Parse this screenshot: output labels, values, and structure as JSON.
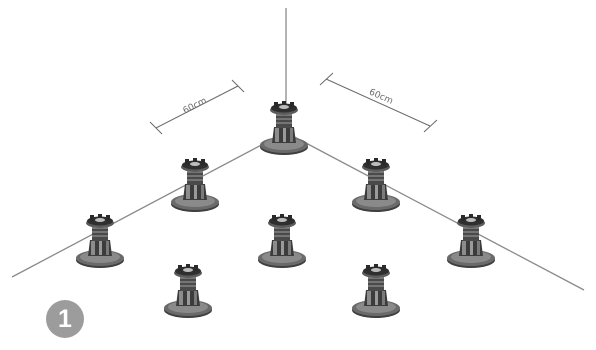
{
  "diagram": {
    "step_number": "1",
    "dimension_labels": {
      "left": "60cm",
      "right": "60cm"
    },
    "pedestal_count": 8,
    "colors": {
      "line": "#8a8a8a",
      "pedestal_dark": "#3d3d3d",
      "pedestal_mid": "#6f6f6f",
      "pedestal_light": "#b5b5b5",
      "badge": "#9c9c9c"
    }
  }
}
